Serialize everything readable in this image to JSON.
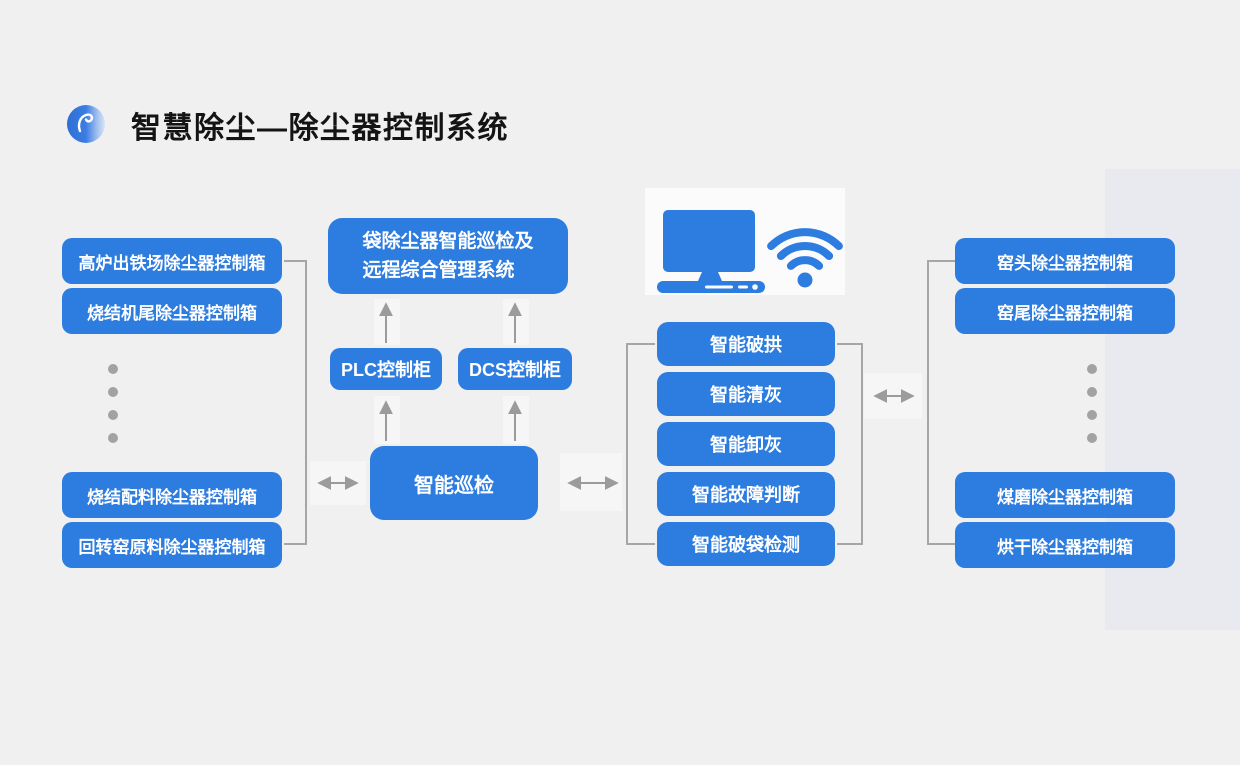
{
  "title": "智慧除尘—除尘器控制系统",
  "colors": {
    "node_blue": "#2d7cdf",
    "icon_blue": "#2d7cdf",
    "background": "#f0f0f1",
    "side_panel": "#e9eaef",
    "card_background": "#fbfbfb",
    "connector_gray": "#9b9b9b",
    "dot_gray": "#a2a2a2",
    "title_color": "#141414"
  },
  "left_column": {
    "top_boxes": [
      "高炉出铁场除尘器控制箱",
      "烧结机尾除尘器控制箱"
    ],
    "bottom_boxes": [
      "烧结配料除尘器控制箱",
      "回转窑原料除尘器控制箱"
    ]
  },
  "center": {
    "management_line1": "袋除尘器智能巡检及",
    "management_line2": "远程综合管理系统",
    "plc_label": "PLC控制柜",
    "dcs_label": "DCS控制柜",
    "patrol_label": "智能巡检"
  },
  "function_column": [
    "智能破拱",
    "智能清灰",
    "智能卸灰",
    "智能故障判断",
    "智能破袋检测"
  ],
  "right_column": {
    "top_boxes": [
      "窑头除尘器控制箱",
      "窑尾除尘器控制箱"
    ],
    "bottom_boxes": [
      "煤磨除尘器控制箱",
      "烘干除尘器控制箱"
    ]
  },
  "icons": {
    "logo": "brand-swirl-logo",
    "computer": "computer-monitor",
    "wifi": "wifi-signal"
  }
}
